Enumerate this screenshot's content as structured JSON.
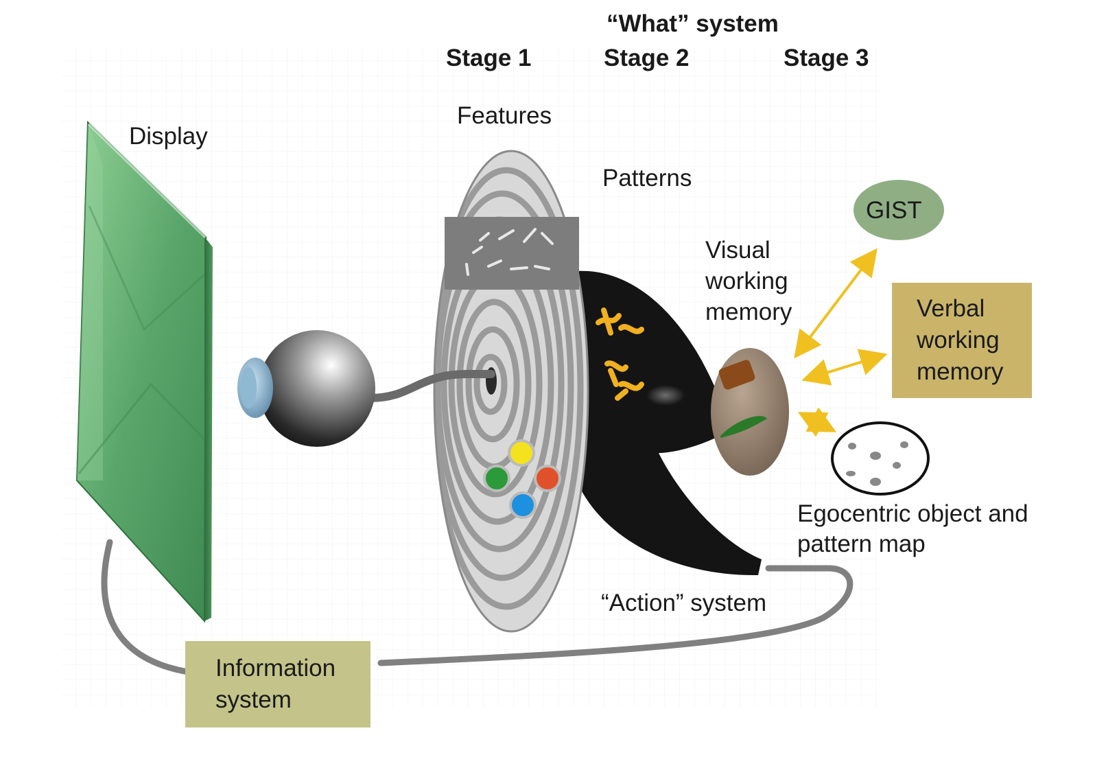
{
  "header": {
    "what_system": "“What” system",
    "stage1": "Stage 1",
    "stage2": "Stage 2",
    "stage3": "Stage 3"
  },
  "labels": {
    "display": "Display",
    "features": "Features",
    "patterns": "Patterns",
    "visual_wm_line1": "Visual",
    "visual_wm_line2": "working",
    "visual_wm_line3": "memory",
    "gist": "GIST",
    "verbal_wm": "Verbal\nworking\nmemory",
    "egocentric_line1": "Egocentric object and",
    "egocentric_line2": "pattern map",
    "action_system": "“Action” system",
    "information_system": "Information\nsystem"
  },
  "colors": {
    "display_green": "#5aa66a",
    "gist_green": "#8fae84",
    "verbal_box": "#c9b46a",
    "info_box": "#c4c48a",
    "arrow_yellow": "#f0c020",
    "black_shape": "#141414",
    "connector_gray": "#808080"
  }
}
